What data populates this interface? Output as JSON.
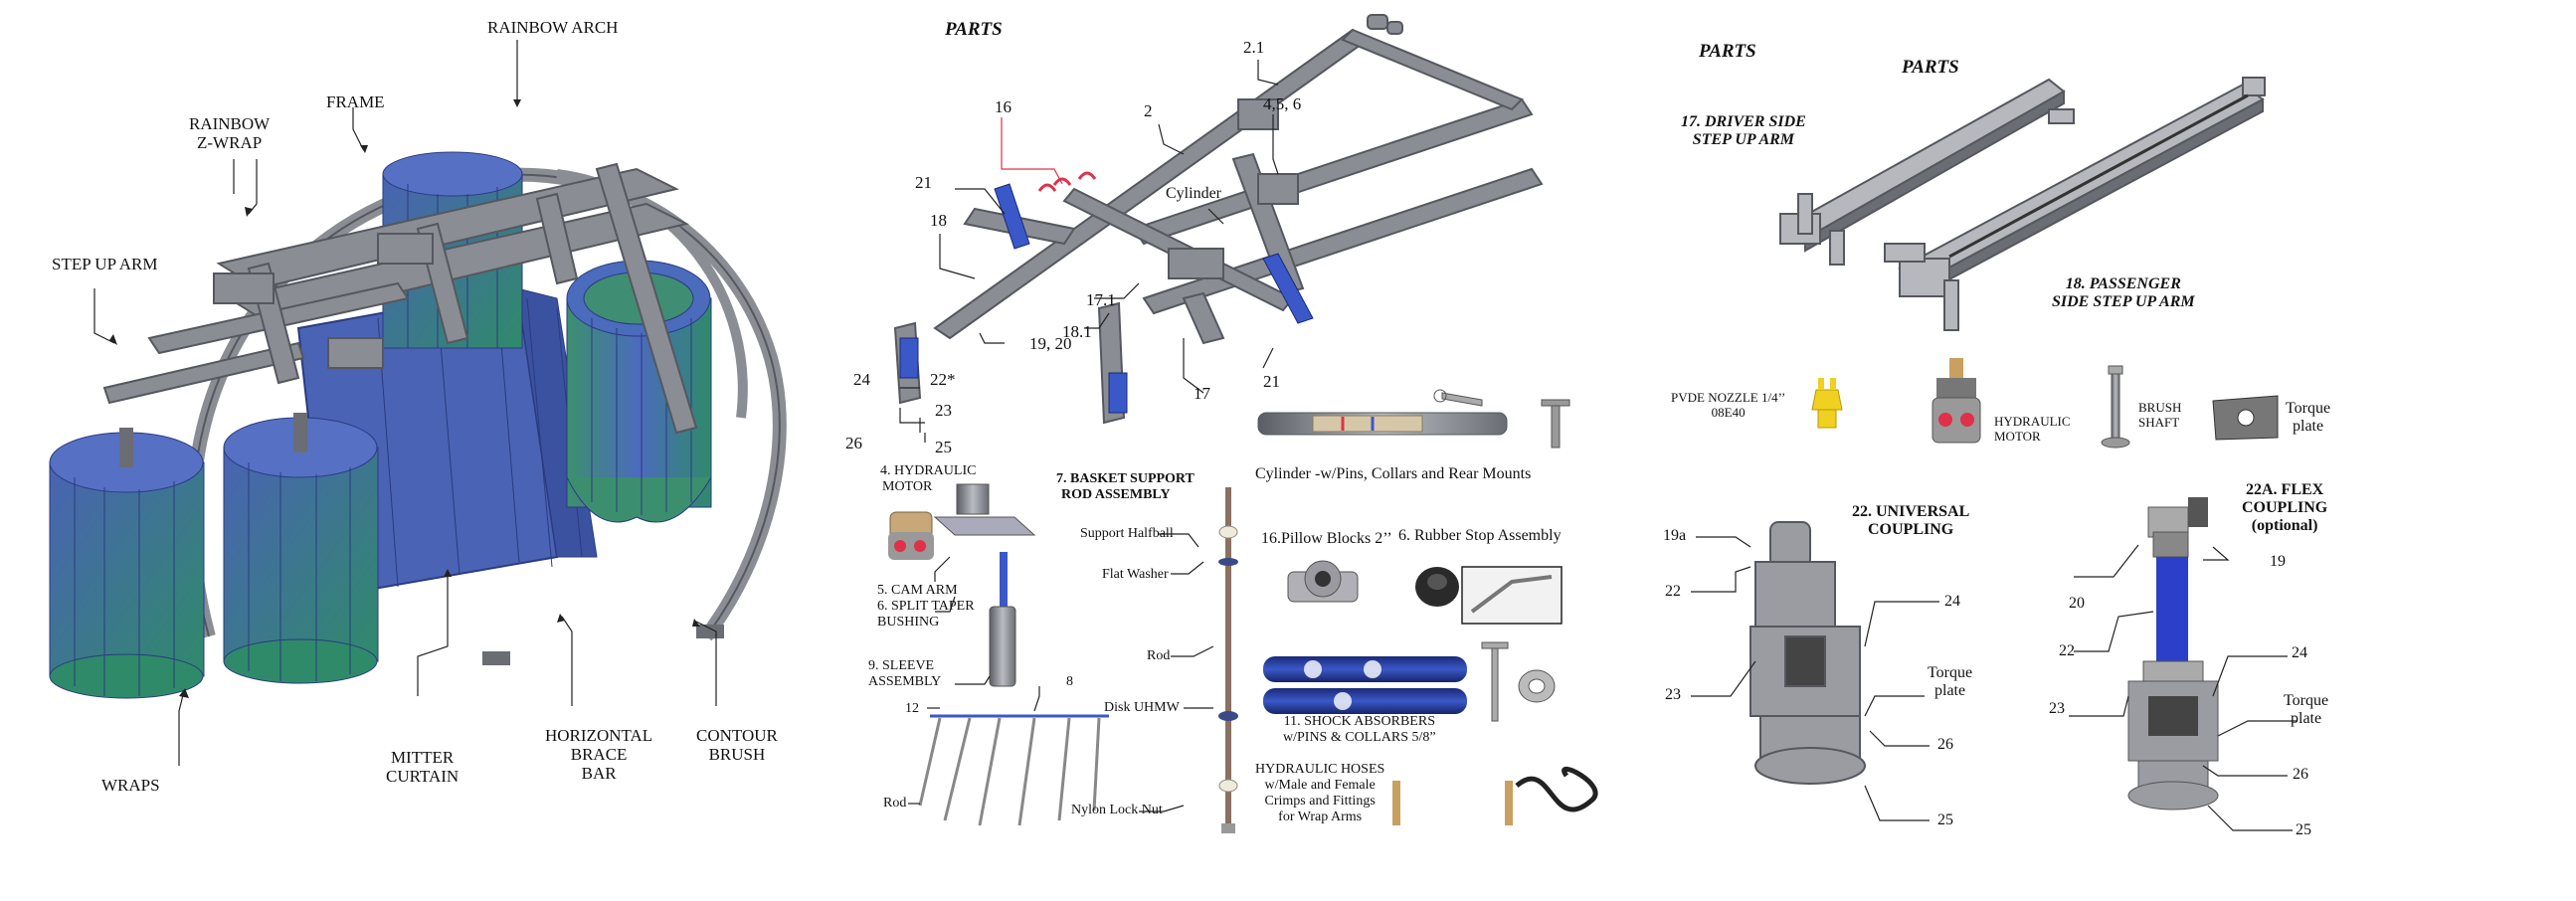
{
  "overview": {
    "rainbow_arch": "RAINBOW ARCH",
    "rainbow_zwrap": [
      "RAINBOW",
      "Z-WRAP"
    ],
    "frame": "FRAME",
    "step_up_arm": "STEP UP ARM",
    "wraps": "WRAPS",
    "mitter_curtain": [
      "MITTER",
      "CURTAIN"
    ],
    "horizontal_brace_bar": [
      "HORIZONTAL",
      "BRACE",
      "BAR"
    ],
    "contour_brush": [
      "CONTOUR",
      "BRUSH"
    ]
  },
  "parts_middle": {
    "title": "PARTS",
    "frame_numbers": {
      "n2_1": "2.1",
      "n16": "16",
      "n2": "2",
      "n4_5_6": "4,5, 6",
      "n21a": "21",
      "n18": "18",
      "cylinder": "Cylinder",
      "n17_1": "17.1",
      "n18_1": "18.1",
      "n19_20": "19, 20",
      "n24": "24",
      "n22s": "22*",
      "n23": "23",
      "n26": "26",
      "n25": "25",
      "n17": "17",
      "n21b": "21"
    },
    "cylinder_caption": "Cylinder -w/Pins, Collars and Rear Mounts",
    "hydraulic_motor": [
      "4. HYDRAULIC",
      "MOTOR"
    ],
    "cam_arm": [
      "5. CAM ARM",
      "6. SPLIT TAPER",
      "BUSHING"
    ],
    "sleeve_assembly": [
      "9. SLEEVE",
      "ASSEMBLY"
    ],
    "n12": "12",
    "n8": "8",
    "rod_left": "Rod",
    "basket": [
      "7. BASKET SUPPORT",
      "ROD ASSEMBLY"
    ],
    "support_halfball": "Support Halfball",
    "flat_washer": "Flat Washer",
    "rod": "Rod",
    "disk_uhmw": "Disk UHMW",
    "nylon_lock_nut": "Nylon Lock Nut",
    "pillow_blocks": "16.Pillow Blocks 2’’",
    "rubber_stop": "6. Rubber Stop Assembly",
    "shock_absorbers": [
      "11. SHOCK ABSORBERS",
      "w/PINS & COLLARS 5/8”"
    ],
    "hydraulic_hoses": [
      "HYDRAULIC HOSES",
      "w/Male and Female",
      "Crimps and Fittings",
      "for Wrap Arms"
    ]
  },
  "parts_right": {
    "title_a": "PARTS",
    "title_b": "PARTS",
    "driver_arm": [
      "17. DRIVER SIDE",
      "STEP UP ARM"
    ],
    "passenger_arm": [
      "18. PASSENGER",
      "SIDE STEP UP ARM"
    ],
    "pvde_nozzle": [
      "PVDE NOZZLE 1/4’’",
      "08E40"
    ],
    "hydraulic_motor": [
      "HYDRAULIC",
      "MOTOR"
    ],
    "brush_shaft": [
      "BRUSH",
      "SHAFT"
    ],
    "torque_plate": [
      "Torque",
      "plate"
    ],
    "universal_coupling": {
      "title": [
        "22. UNIVERSAL",
        "COUPLING"
      ],
      "n19a": "19a",
      "n22": "22",
      "n23": "23",
      "n24": "24",
      "torque": [
        "Torque",
        "plate"
      ],
      "n26": "26",
      "n25": "25"
    },
    "flex_coupling": {
      "title": [
        "22A. FLEX",
        "COUPLING",
        "(optional)"
      ],
      "n20": "20",
      "n19": "19",
      "n22": "22",
      "n24": "24",
      "n23": "23",
      "torque": [
        "Torque",
        "plate"
      ],
      "n26": "26",
      "n25": "25"
    }
  },
  "colors": {
    "steel": "#8a8d93",
    "steel_dark": "#55585e",
    "brush_blue": "#4a63b4",
    "brush_green": "#2f8a6a",
    "accent_red": "#e0304a",
    "accent_blue": "#2c3fc8",
    "yellow": "#f0d020"
  }
}
